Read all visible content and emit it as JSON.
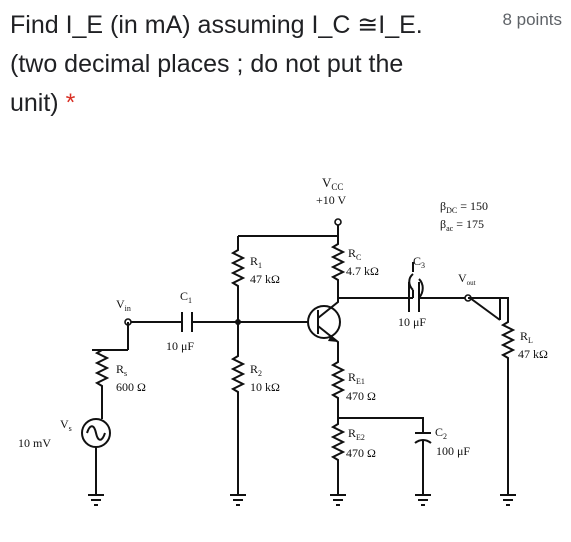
{
  "question": {
    "line1": "Find I_E (in mA) assuming I_C ≅I_E.",
    "line2": "(two decimal places ; do not put the",
    "line3": "unit)",
    "required_mark": "*",
    "points": "8 points"
  },
  "circuit": {
    "vcc_label": "V",
    "vcc_sub": "CC",
    "vcc_value": "+10 V",
    "beta_dc_label": "β",
    "beta_dc_sub": "DC",
    "beta_dc_value": " = 150",
    "beta_ac_label": "β",
    "beta_ac_sub": "ac",
    "beta_ac_value": " = 175",
    "rc_label": "R",
    "rc_sub": "C",
    "rc_value": "4.7 kΩ",
    "r1_label": "R",
    "r1_sub": "1",
    "r1_value": "47 kΩ",
    "r2_label": "R",
    "r2_sub": "2",
    "r2_value": "10 kΩ",
    "rs_label": "R",
    "rs_sub": "s",
    "rs_value": "600 Ω",
    "re1_label": "R",
    "re1_sub": "E1",
    "re1_value": "470 Ω",
    "re2_label": "R",
    "re2_sub": "E2",
    "re2_value": "470 Ω",
    "rl_label": "R",
    "rl_sub": "L",
    "rl_value": "47 kΩ",
    "c1_label": "C",
    "c1_sub": "1",
    "c1_value": "10 μF",
    "c2_label": "C",
    "c2_sub": "2",
    "c2_value": "100 μF",
    "c3_label": "C",
    "c3_sub": "3",
    "c3_value": "10 μF",
    "vin_label": "V",
    "vin_sub": "in",
    "vout_label": "V",
    "vout_sub": "out",
    "vs_label": "V",
    "vs_sub": "s",
    "vs_value": "10 mV"
  }
}
